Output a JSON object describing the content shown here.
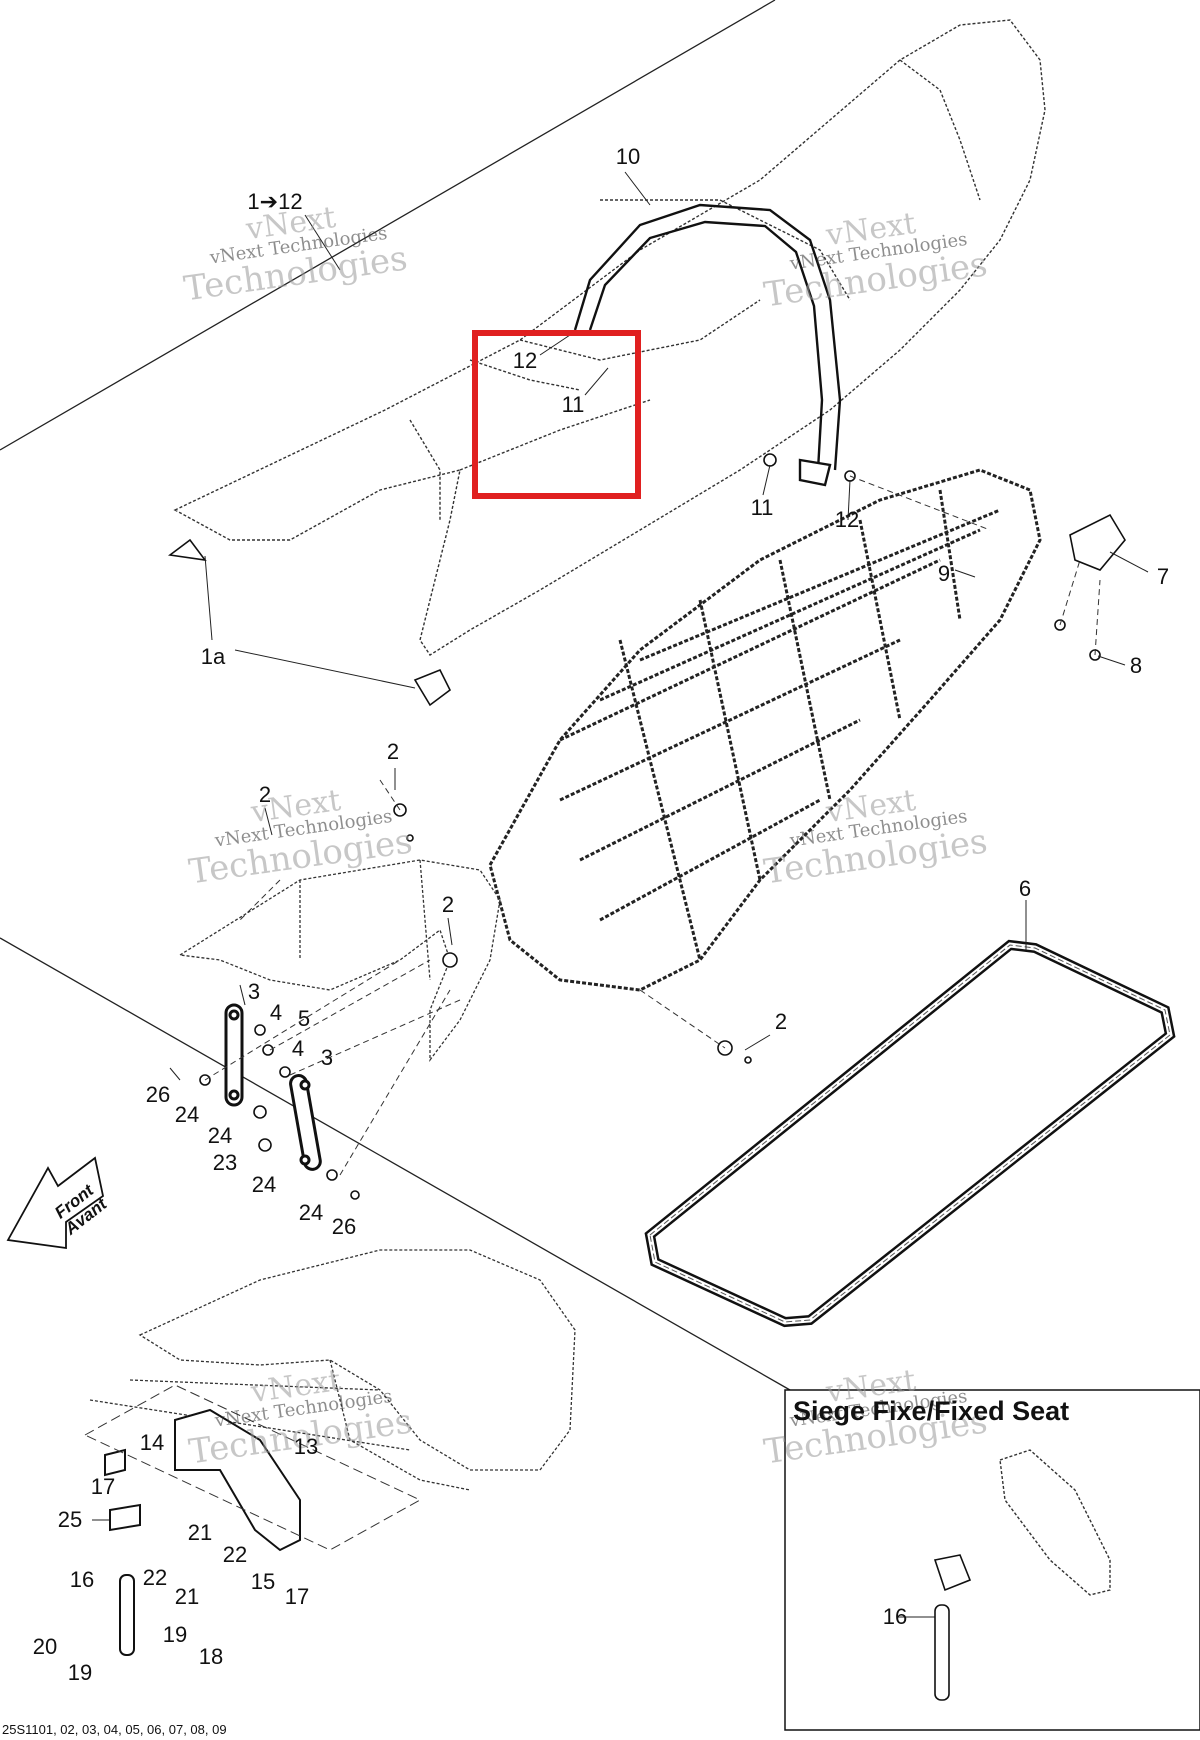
{
  "diagram": {
    "inset_title": "Siege Fixe/Fixed Seat",
    "footer_code": "25S1101, 02, 03, 04, 05, 06, 07, 08, 09",
    "direction_label": {
      "line1": "Front",
      "line2": "Avant"
    },
    "watermark": {
      "line_top": "vNext",
      "line_mid": "vNext Technologies",
      "line_bot": "Technologies"
    },
    "highlight_color": "#e02020",
    "callouts": {
      "c_1to12": "1➔12",
      "c_10": "10",
      "c_12a": "12",
      "c_11a": "11",
      "c_11b": "11",
      "c_12b": "12",
      "c_9": "9",
      "c_7": "7",
      "c_8": "8",
      "c_1a": "1a",
      "c_2a": "2",
      "c_2b": "2",
      "c_2c": "2",
      "c_2d": "2",
      "c_6": "6",
      "c_3a": "3",
      "c_4a": "4",
      "c_5": "5",
      "c_4b": "4",
      "c_3b": "3",
      "c_26a": "26",
      "c_24a": "24",
      "c_24b": "24",
      "c_23": "23",
      "c_24c": "24",
      "c_24d": "24",
      "c_26b": "26",
      "c_14": "14",
      "c_13": "13",
      "c_17a": "17",
      "c_25": "25",
      "c_21a": "21",
      "c_22a": "22",
      "c_16a": "16",
      "c_22b": "22",
      "c_21b": "21",
      "c_15": "15",
      "c_17b": "17",
      "c_20": "20",
      "c_19a": "19",
      "c_19b": "19",
      "c_18": "18",
      "c_16b": "16"
    }
  }
}
